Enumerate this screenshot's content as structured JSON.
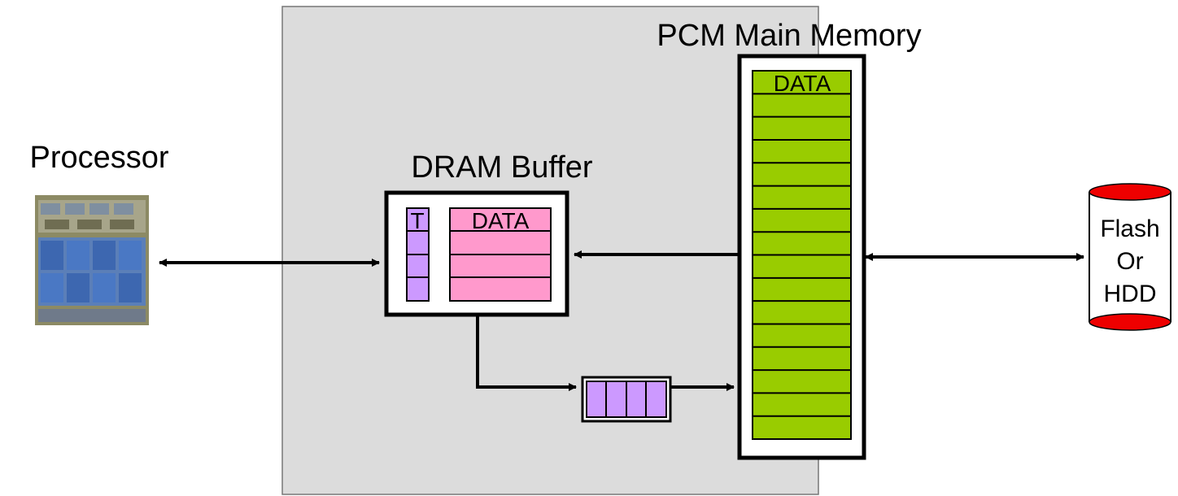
{
  "labels": {
    "pcm_main_memory": "PCM Main Memory",
    "dram_buffer": "DRAM Buffer",
    "processor": "Processor",
    "tag_column": "T",
    "dram_data": "DATA",
    "pcm_data": "DATA",
    "storage_line1": "Flash",
    "storage_line2": "Or",
    "storage_line3": "HDD"
  },
  "colors": {
    "pcm_region": "#dcdcdc",
    "pcm_cells": "#99cc00",
    "dram_data_cells": "#ff99cc",
    "tag_cells": "#cc99ff",
    "write_queue_cells": "#cc99ff",
    "storage_caps": "#ee0000"
  },
  "icons": {
    "processor": "processor-die-photo",
    "storage": "storage-cylinder"
  }
}
